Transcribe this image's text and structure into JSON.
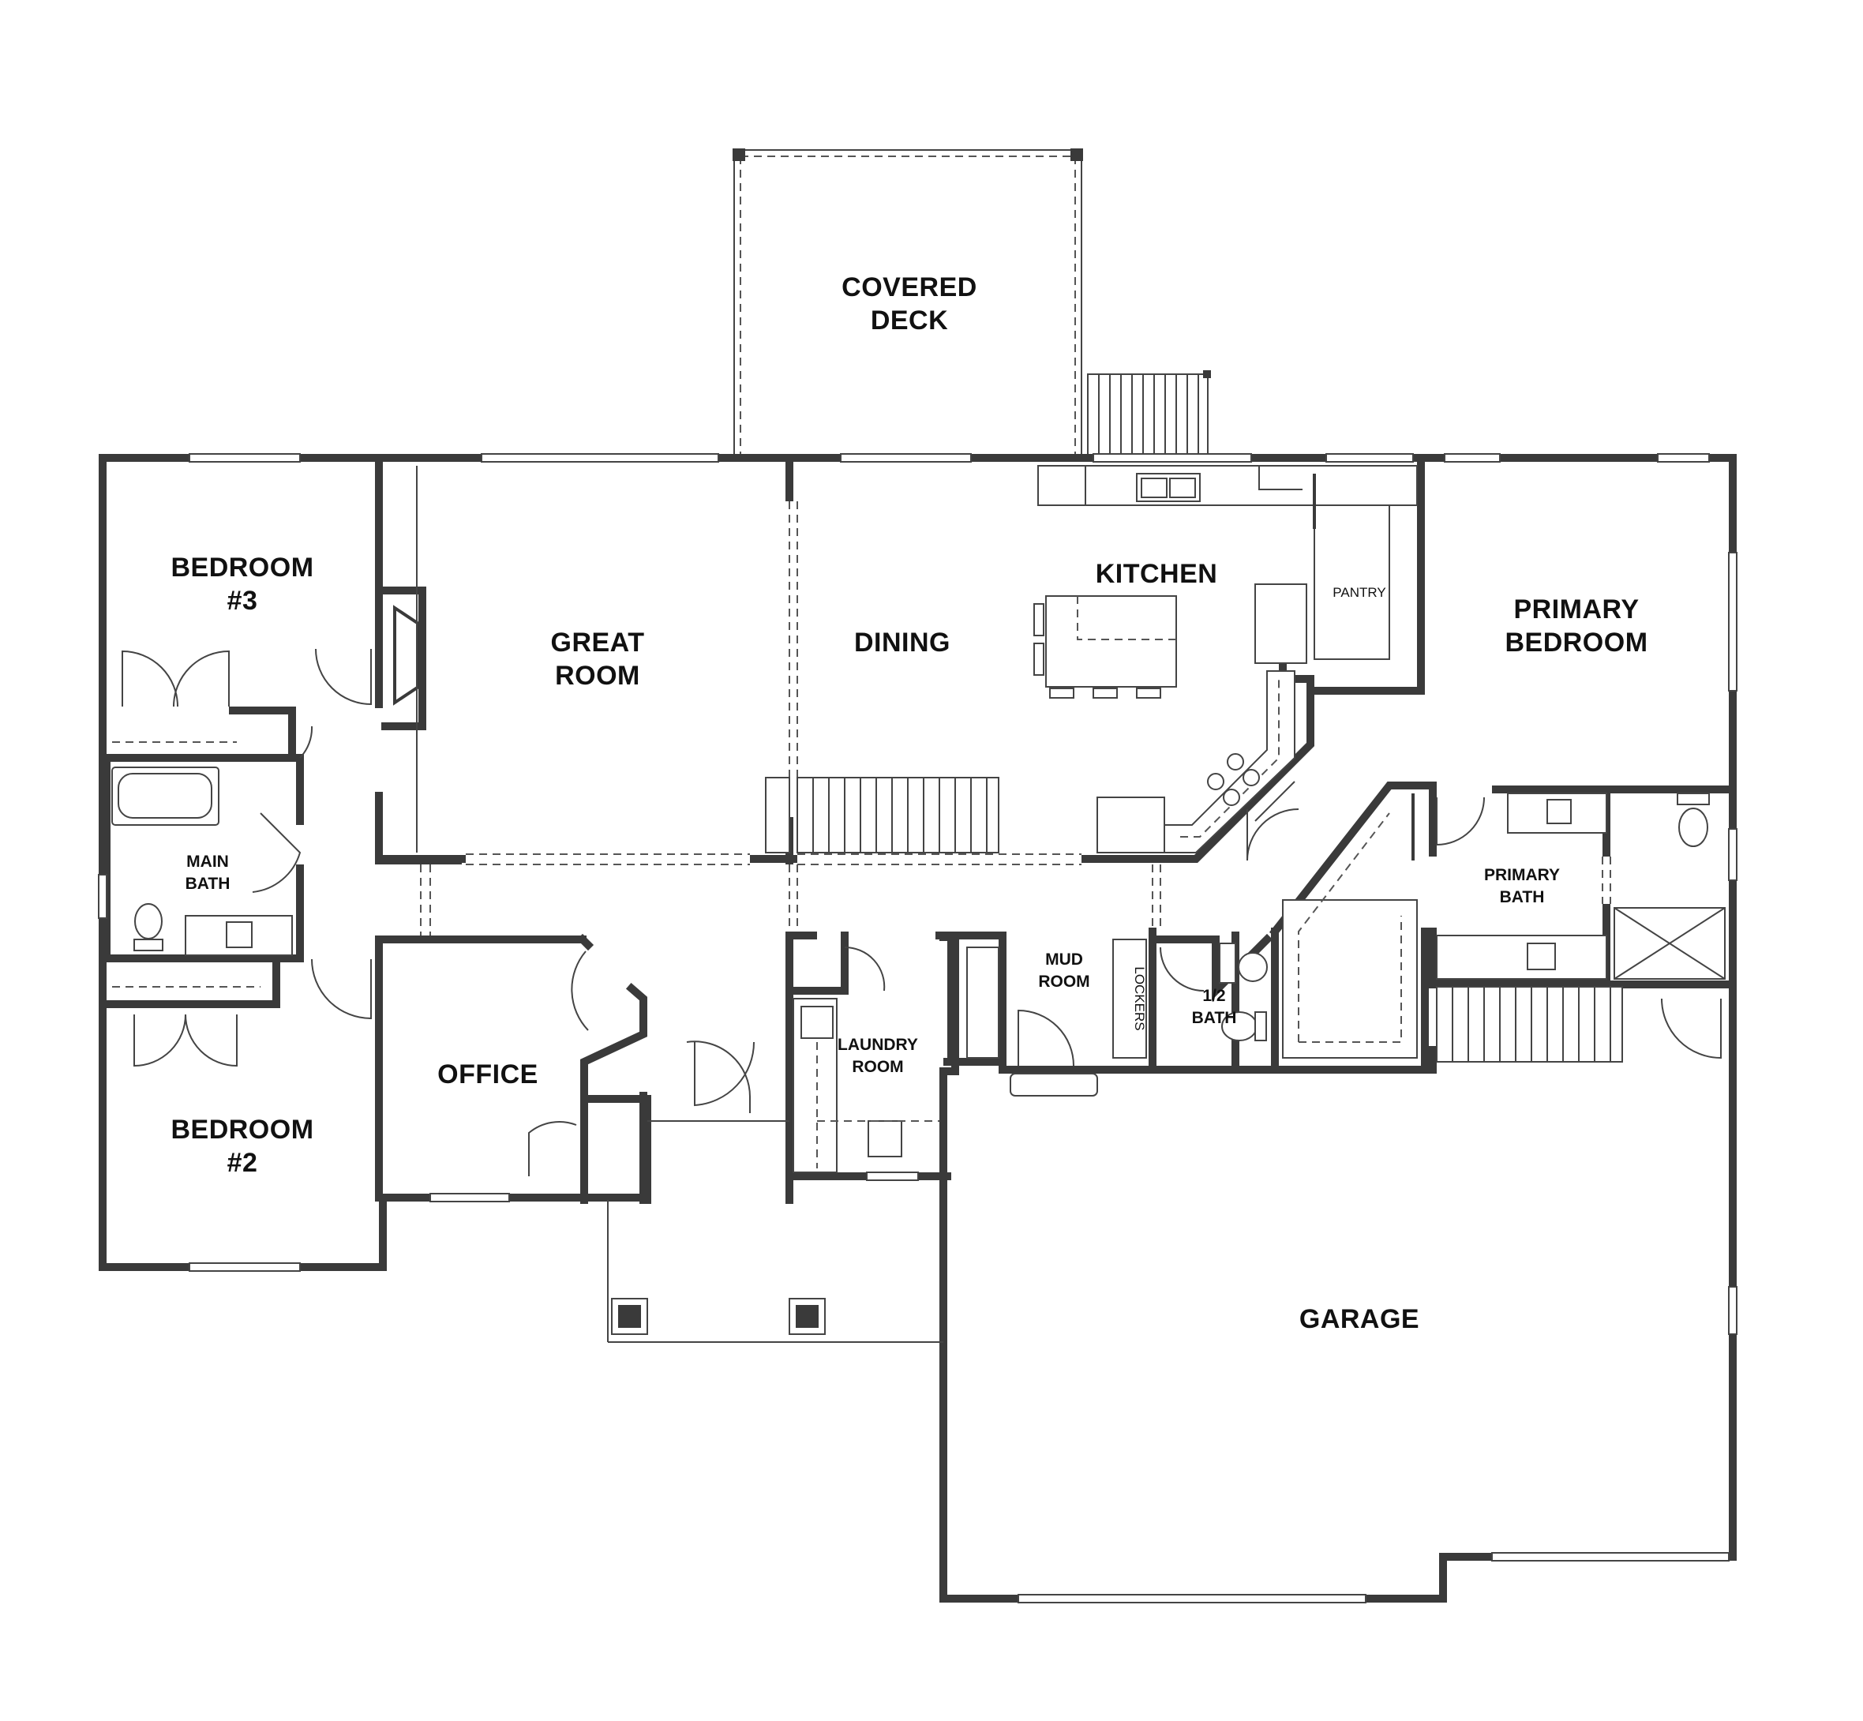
{
  "rooms": {
    "covered_deck": [
      "COVERED",
      "DECK"
    ],
    "bedroom_3": [
      "BEDROOM",
      "#3"
    ],
    "great_room": [
      "GREAT",
      "ROOM"
    ],
    "dining": "DINING",
    "kitchen": "KITCHEN",
    "pantry": "PANTRY",
    "primary_bedroom": [
      "PRIMARY",
      "BEDROOM"
    ],
    "main_bath": [
      "MAIN",
      "BATH"
    ],
    "primary_bath": [
      "PRIMARY",
      "BATH"
    ],
    "mud_room": [
      "MUD",
      "ROOM"
    ],
    "lockers": "LOCKERS",
    "half_bath": [
      "1/2",
      "BATH"
    ],
    "laundry_room": [
      "LAUNDRY",
      "ROOM"
    ],
    "office": "OFFICE",
    "bedroom_2": [
      "BEDROOM",
      "#2"
    ],
    "garage": "GARAGE"
  }
}
